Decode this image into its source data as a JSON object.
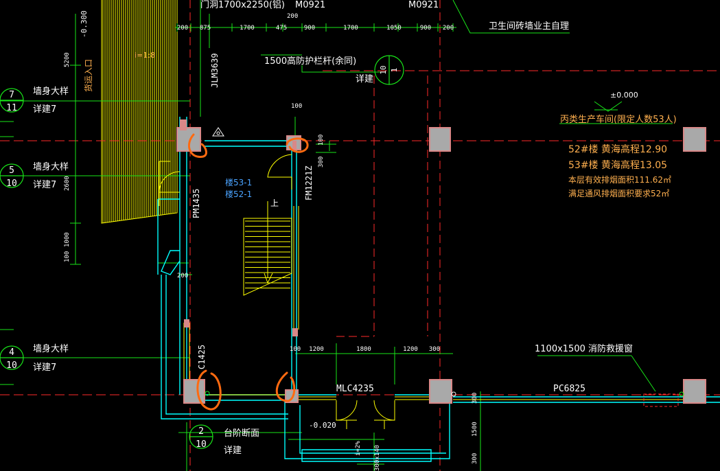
{
  "colors": {
    "background": "#000000",
    "green": "#19e619",
    "white": "#ffffff",
    "yellow": "#ffff00",
    "cyan": "#00ffff",
    "red_dash": "#ff2a2a",
    "pink_fill": "#d98888",
    "column_fill": "#a9a9a9",
    "orange_annotation": "#ff6a10",
    "orange_text": "#ffb04f",
    "blue_text": "#4aa3ff"
  },
  "top_notes": {
    "door_spec": "门洞1700x2250(铝)",
    "m0921_left": "M0921",
    "m0921_right": "M0921",
    "toilet_note": "卫生间砖墙业主自理",
    "railing_note": "1500高防护栏杆(余同)",
    "railing_ref": "详建",
    "railing_circle_top": "10",
    "railing_circle_bottom": "1"
  },
  "top_dimensions": [
    "200",
    "875",
    "1700",
    "475",
    "900",
    "1700",
    "1050",
    "900",
    "200"
  ],
  "top_dim_small": "200",
  "left_elevation": {
    "level_top": "-0.300",
    "height_1": "5200",
    "height_2": "2600",
    "height_3": "1000",
    "height_4": "100"
  },
  "ramp": {
    "entrance_label": "货运入口",
    "slope_label": "i=1:8",
    "jlm_label": "JLM3639"
  },
  "detail_callouts": [
    {
      "title": "墙身大样",
      "ref": "详建7",
      "top": "7",
      "bottom": "11"
    },
    {
      "title": "墙身大样",
      "ref": "详建7",
      "top": "5",
      "bottom": "10"
    },
    {
      "title": "墙身大样",
      "ref": "详建7",
      "top": "4",
      "bottom": "10"
    },
    {
      "title": "台阶断面",
      "ref": "详建",
      "top": "2",
      "bottom": "10"
    }
  ],
  "stair": {
    "label_53": "楼53-1",
    "label_52": "楼52-1",
    "up_label": "上",
    "pm_label": "PM1435",
    "fm_label": "FM1221Z",
    "c_label": "C1425",
    "dim_100_top": "100",
    "dim_100_right": "100",
    "dim_300": "300",
    "dim_200": "200"
  },
  "room_info": {
    "level": "±0.000",
    "room_name": "丙类生产车间(限定人数53人)",
    "line_1": "52#楼  黄海高程12.90",
    "line_2": "53#楼  黄海高程13.05",
    "line_3": "本层有效排烟面积111.62㎡",
    "line_4": "满足通风排烟面积要求52㎡"
  },
  "bottom_dimensions": [
    "100",
    "1200",
    "1800",
    "1200",
    "300"
  ],
  "bottom_labels": {
    "mlc": "MLC4235",
    "pc": "PC6825",
    "window_note": "1100x1500 消防救援窗",
    "level": "-0.020",
    "ramp_note": "i=2%",
    "dim_300x140": "300x140",
    "dim_300_a": "300",
    "dim_1500": "1500",
    "dim_300_b": "300"
  }
}
